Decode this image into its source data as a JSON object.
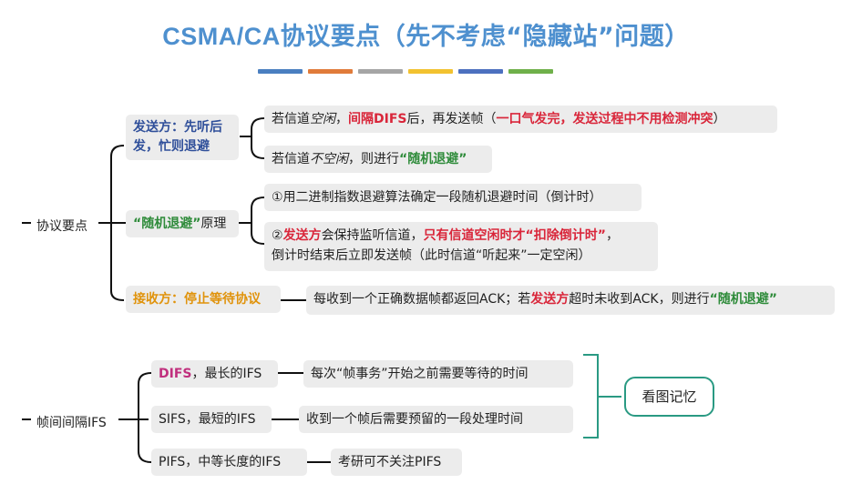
{
  "title": {
    "latin": "CSMA/CA",
    "rest": "协议要点（先不考虑“隐藏站”问题）"
  },
  "colors": {
    "title": "#4e90cf",
    "bars": [
      "#4a7fc0",
      "#e07b3a",
      "#a5a5a5",
      "#f2c230",
      "#4c70bf",
      "#6fb04a"
    ]
  },
  "root1": {
    "label": "协议要点"
  },
  "sender": {
    "label_part1": "发送方：先听后",
    "label_part2": "发，忙则退避"
  },
  "idle": {
    "p1": "若信道",
    "p2": "空闲",
    "p3": "，",
    "p4": "间隔DIFS",
    "p5": "后，再发送帧（",
    "p6": "一口气发完，发送过程中不用检测冲突",
    "p7": "）"
  },
  "busy": {
    "p1": "若信道",
    "p2": "不空闲",
    "p3": "，则进行",
    "p4": "“随机退避”"
  },
  "backoff": {
    "p1": "“随机退避”",
    "p2": "原理"
  },
  "rule1": {
    "text": "①用二进制指数退避算法确定一段随机退避时间（倒计时）"
  },
  "rule2": {
    "p1": "②",
    "p2": "发送方",
    "p3": "会保持监听信道，",
    "p4": "只有信道空闲时才“扣除倒计时”",
    "p5": "，",
    "line2": "倒计时结束后立即发送帧（此时信道“听起来”一定空闲）"
  },
  "receiver": {
    "label": "接收方：停止等待协议"
  },
  "ack": {
    "p1": "每收到一个正确数据帧都返回ACK；若",
    "p2": "发送方",
    "p3": "超时未收到ACK，则进行",
    "p4": "“随机退避”"
  },
  "root2": {
    "label": "帧间间隔IFS"
  },
  "difs": {
    "p1": "DIFS",
    "p2": "，最长的IFS",
    "desc": "每次“帧事务”开始之前需要等待的时间"
  },
  "sifs": {
    "label": "SIFS，最短的IFS",
    "desc": "收到一个帧后需要预留的一段处理时间"
  },
  "pifs": {
    "label": "PIFS，中等长度的IFS",
    "desc": "考研可不关注PIFS"
  },
  "memo": {
    "label": "看图记忆"
  }
}
